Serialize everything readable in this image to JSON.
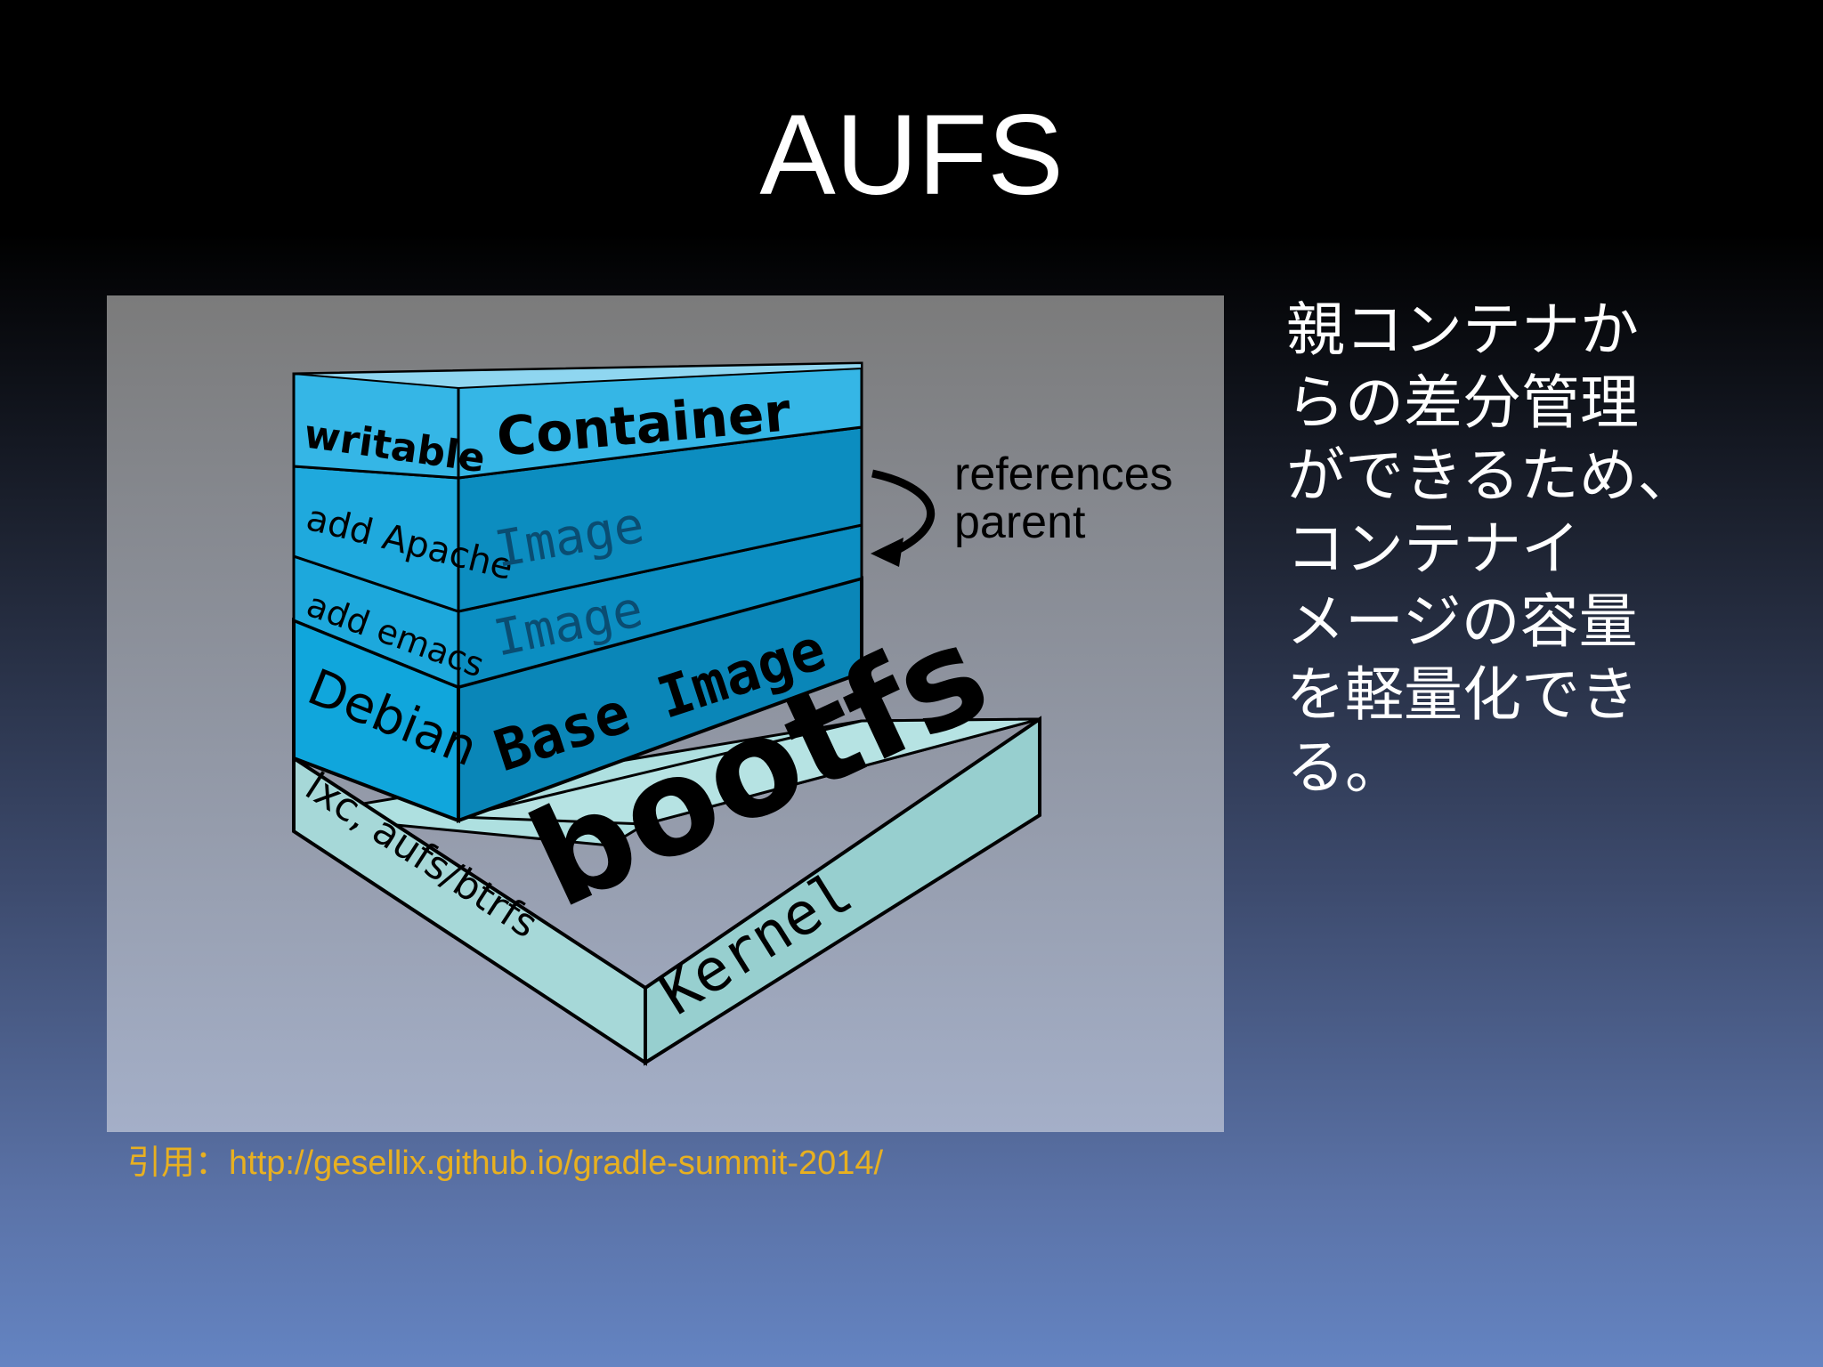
{
  "slide": {
    "title": "AUFS",
    "body_lines": [
      "親コンテナか",
      "らの差分管理",
      "ができるため、",
      "コンテナイ",
      "メージの容量",
      "を軽量化でき",
      "る。"
    ],
    "citation_prefix": "引用：",
    "citation_url": "http://gesellix.github.io/gradle-summit-2014/"
  },
  "diagram": {
    "layers": {
      "container": {
        "side": "writable",
        "front": "Container"
      },
      "apache": {
        "side": "add Apache",
        "front": "Image"
      },
      "emacs": {
        "side": "add emacs",
        "front": "Image"
      },
      "base": {
        "side": "Debian",
        "front": "Base Image"
      },
      "bootfs": {
        "top": "bootfs",
        "side": "lxc, aufs/btrfs",
        "front": "Kernel"
      }
    },
    "arrow_label_line1": "references",
    "arrow_label_line2": "parent",
    "colors": {
      "panel_top": "#7d7d7d",
      "panel_bottom": "#a3aec6",
      "blue_light": "#29b0e6",
      "blue_mid": "#1396c9",
      "blue_dark": "#0a7fb0",
      "kernel": "#a8d8d8"
    }
  }
}
